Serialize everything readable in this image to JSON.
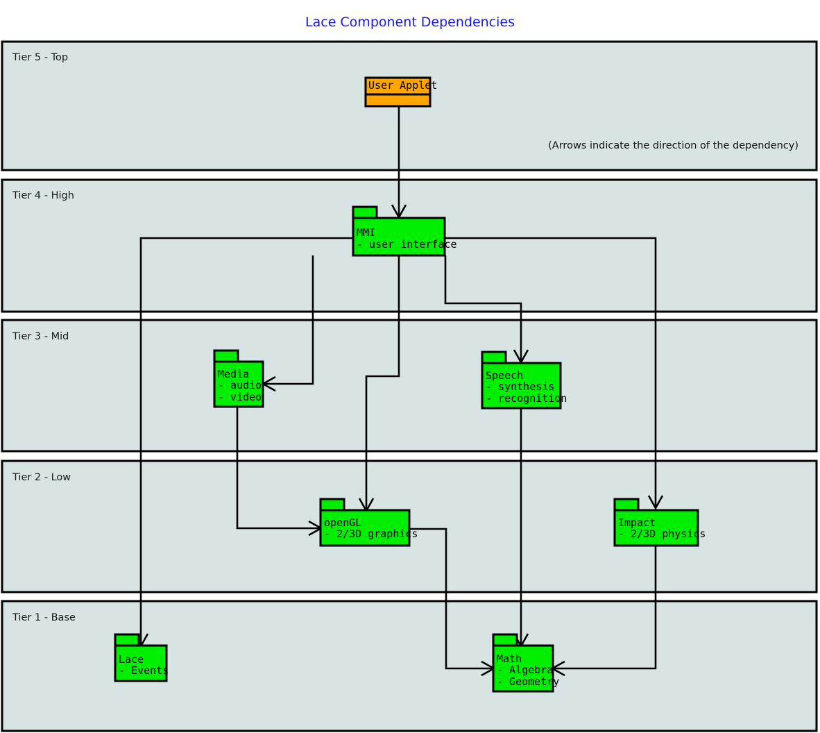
{
  "diagram": {
    "title": "Lace Component Dependencies",
    "note": "(Arrows indicate the direction of the dependency)",
    "title_color": "#1818ee",
    "band_fill": "#d8e3e3",
    "package_fill_default": "#00ee00",
    "package_fill_applet": "#ffa500",
    "stroke_color": "#000000",
    "tiers": [
      {
        "id": "tier5",
        "label": "Tier 5 - Top"
      },
      {
        "id": "tier4",
        "label": "Tier 4 - High"
      },
      {
        "id": "tier3",
        "label": "Tier 3 - Mid"
      },
      {
        "id": "tier2",
        "label": "Tier 2 - Low"
      },
      {
        "id": "tier1",
        "label": "Tier 1 - Base"
      }
    ],
    "packages": [
      {
        "id": "user-applet",
        "name": "User Applet",
        "lines": [
          "User Applet"
        ],
        "tier": "Tier 5 - Top",
        "color": "#ffa500",
        "label_in_tab": true
      },
      {
        "id": "mmi",
        "name": "MMI",
        "lines": [
          "MMI",
          "- user interface"
        ],
        "tier": "Tier 4 - High",
        "color": "#00ee00",
        "label_in_tab": false
      },
      {
        "id": "media",
        "name": "Media",
        "lines": [
          "Media",
          "- audio",
          "- video"
        ],
        "tier": "Tier 3 - Mid",
        "color": "#00ee00",
        "label_in_tab": false
      },
      {
        "id": "speech",
        "name": "Speech",
        "lines": [
          "Speech",
          "- synthesis",
          "- recognition"
        ],
        "tier": "Tier 3 - Mid",
        "color": "#00ee00",
        "label_in_tab": false
      },
      {
        "id": "opengl",
        "name": "openGL",
        "lines": [
          "openGL",
          "- 2/3D graphics"
        ],
        "tier": "Tier 2 - Low",
        "color": "#00ee00",
        "label_in_tab": false
      },
      {
        "id": "impact",
        "name": "Impact",
        "lines": [
          "Impact",
          "- 2/3D physics"
        ],
        "tier": "Tier 2 - Low",
        "color": "#00ee00",
        "label_in_tab": false
      },
      {
        "id": "lace",
        "name": "Lace",
        "lines": [
          "Lace",
          "- Events"
        ],
        "tier": "Tier 1 - Base",
        "color": "#00ee00",
        "label_in_tab": false
      },
      {
        "id": "math",
        "name": "Math",
        "lines": [
          "Math",
          "- Algebra",
          "- Geometry"
        ],
        "tier": "Tier 1 - Base",
        "color": "#00ee00",
        "label_in_tab": false
      }
    ],
    "dependencies": [
      {
        "from": "User Applet",
        "to": "MMI"
      },
      {
        "from": "MMI",
        "to": "Media"
      },
      {
        "from": "MMI",
        "to": "Speech"
      },
      {
        "from": "MMI",
        "to": "openGL"
      },
      {
        "from": "MMI",
        "to": "Impact"
      },
      {
        "from": "MMI",
        "to": "Lace"
      },
      {
        "from": "Media",
        "to": "openGL"
      },
      {
        "from": "Speech",
        "to": "Math"
      },
      {
        "from": "openGL",
        "to": "Math"
      },
      {
        "from": "Impact",
        "to": "Math"
      }
    ],
    "labels": {
      "tier5": "Tier 5 - Top",
      "tier4": "Tier 4 - High",
      "tier3": "Tier 3 - Mid",
      "tier2": "Tier 2 - Low",
      "tier1": "Tier 1 - Base",
      "user_applet_l1": "User Applet",
      "mmi_l1": "MMI",
      "mmi_l2": "- user interface",
      "media_l1": "Media",
      "media_l2": "- audio",
      "media_l3": "- video",
      "speech_l1": "Speech",
      "speech_l2": "- synthesis",
      "speech_l3": "- recognition",
      "opengl_l1": "openGL",
      "opengl_l2": "- 2/3D graphics",
      "impact_l1": "Impact",
      "impact_l2": "- 2/3D physics",
      "lace_l1": "Lace",
      "lace_l2": "- Events",
      "math_l1": "Math",
      "math_l2": "- Algebra",
      "math_l3": "- Geometry"
    }
  }
}
